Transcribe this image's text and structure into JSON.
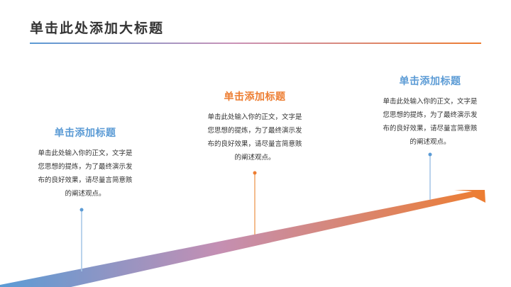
{
  "slide": {
    "title": "单击此处添加大标题",
    "colors": {
      "blue": "#5b9bd5",
      "orange": "#ed7d31",
      "title_text": "#333333",
      "body_text": "#333333"
    }
  },
  "milestones": [
    {
      "title": "单击添加标题",
      "color": "#5b9bd5",
      "body_lines": [
        "单击此处输入你的正文，文字是",
        "您思想的提炼，为了最终演示发",
        "布的良好效果，请尽量言简意赅",
        "的阐述观点。"
      ]
    },
    {
      "title": "单击添加标题",
      "color": "#ed7d31",
      "body_lines": [
        "单击此处输入你的正文，文字是",
        "您思想的提炼，为了最终演示发",
        "布的良好效果，请尽量言简意赅",
        "的阐述观点。"
      ]
    },
    {
      "title": "单击添加标题",
      "color": "#5b9bd5",
      "body_lines": [
        "单击此处输入你的正文，文字是",
        "您思想的提炼，为了最终演示发",
        "布的良好效果，请尽量言简意赅",
        "的阐述观点。"
      ]
    }
  ],
  "arrow": {
    "icon": "rising-arrow-icon",
    "gradient_start": "#5b9bd5",
    "gradient_mid": "#c48fb3",
    "gradient_end": "#ed7d31"
  }
}
